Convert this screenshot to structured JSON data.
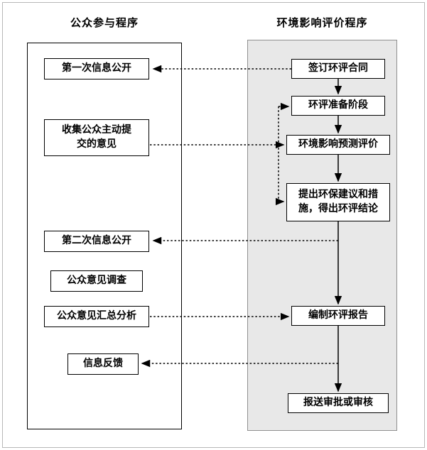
{
  "titles": {
    "left": "公众参与程序",
    "right": "环境影响评价程序"
  },
  "left_boxes": [
    {
      "label": "第一次信息公开"
    },
    {
      "label": "收集公众主动提\n交的意见"
    },
    {
      "label": "第二次信息公开"
    },
    {
      "label": "公众意见调查"
    },
    {
      "label": "公众意见汇总分析"
    },
    {
      "label": "信息反馈"
    }
  ],
  "right_boxes": [
    {
      "label": "签订环评合同"
    },
    {
      "label": "环评准备阶段"
    },
    {
      "label": "环境影响预测评价"
    },
    {
      "label": "提出环保建议和措\n施，得出环评结论"
    },
    {
      "label": "编制环评报告"
    },
    {
      "label": "报送审批或审核"
    }
  ],
  "colors": {
    "box_border": "#000000",
    "panel_border": "#000000",
    "right_panel_bg": "#e8e8e8",
    "right_panel_border": "#909090",
    "frame_border": "#b8b8b8",
    "arrow_color": "#000000"
  }
}
